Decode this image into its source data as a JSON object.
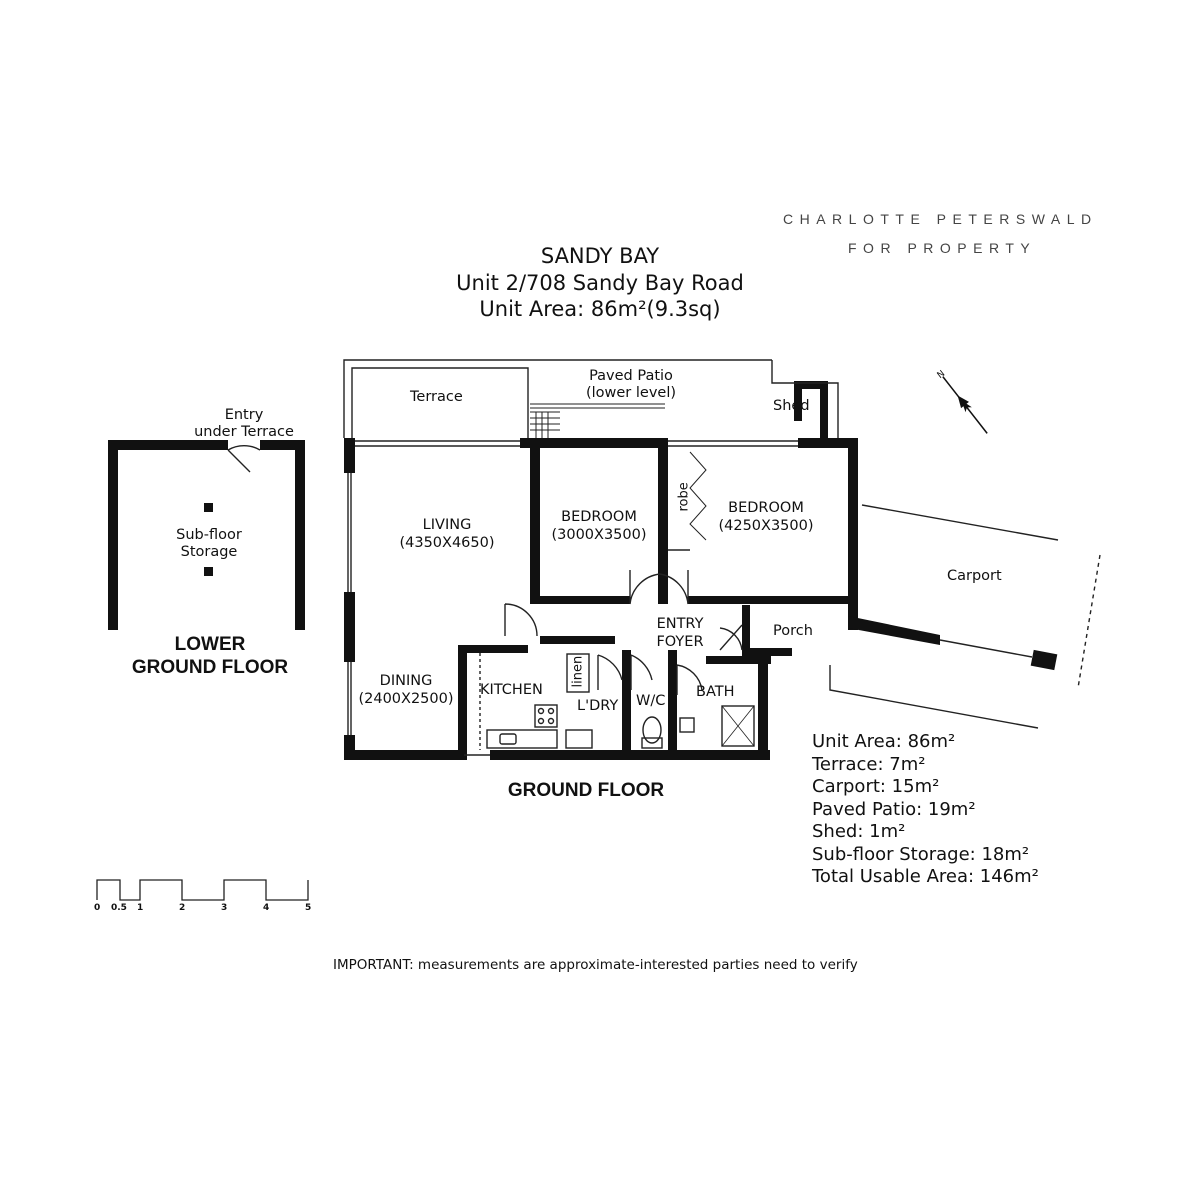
{
  "brand": {
    "line1": "CHARLOTTE PETERSWALD",
    "line2": "FOR PROPERTY"
  },
  "title": {
    "suburb": "SANDY BAY",
    "address": "Unit 2/708 Sandy Bay Road",
    "unit_area": "Unit Area: 86m²(9.3sq)"
  },
  "rooms": {
    "terrace": "Terrace",
    "paved_patio": "Paved Patio",
    "paved_patio_sub": "(lower level)",
    "shed": "Shed",
    "living": "LIVING",
    "living_dim": "(4350X4650)",
    "bedroom1": "BEDROOM",
    "bedroom1_dim": "(3000X3500)",
    "robe": "robe",
    "bedroom2": "BEDROOM",
    "bedroom2_dim": "(4250X3500)",
    "carport": "Carport",
    "entry_foyer_1": "ENTRY",
    "entry_foyer_2": "FOYER",
    "porch": "Porch",
    "dining": "DINING",
    "dining_dim": "(2400X2500)",
    "kitchen": "KITCHEN",
    "linen": "linen",
    "laundry": "L'DRY",
    "wc": "W/C",
    "bath": "BATH",
    "entry_under_terrace_1": "Entry",
    "entry_under_terrace_2": "under Terrace",
    "subfloor_1": "Sub-floor",
    "subfloor_2": "Storage"
  },
  "floors": {
    "lower_1": "LOWER",
    "lower_2": "GROUND FLOOR",
    "ground": "GROUND FLOOR"
  },
  "areas": [
    "Unit Area: 86m²",
    "Terrace: 7m²",
    "Carport: 15m²",
    "Paved Patio: 19m²",
    "Shed: 1m²",
    "Sub-floor Storage: 18m²",
    "Total Usable Area: 146m²"
  ],
  "scale": [
    "0",
    "0.5",
    "1",
    "2",
    "3",
    "4",
    "5"
  ],
  "compass": "N",
  "notice": "IMPORTANT: measurements are approximate-interested parties need to verify"
}
